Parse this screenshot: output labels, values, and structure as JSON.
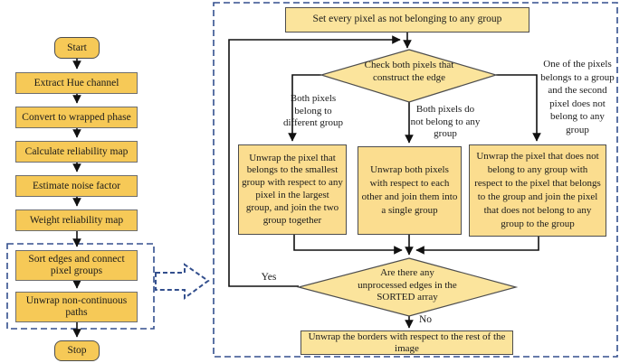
{
  "colors": {
    "left_fill": "#F6C957",
    "right_fill": "#FBE49C",
    "branch_fill": "#FBDD8F",
    "dash_blue": "#334F8D",
    "line": "#111111"
  },
  "left_flow": {
    "start": "Start",
    "steps": [
      "Extract Hue channel",
      "Convert to wrapped phase",
      "Calculate reliability map",
      "Estimate noise factor",
      "Weight reliability map"
    ],
    "dashed_steps": [
      "Sort edges and connect pixel groups",
      "Unwrap non-continuous paths"
    ],
    "stop": "Stop"
  },
  "right_flow": {
    "top_box": "Set every pixel as not belonging to any group",
    "diamond1": "Check both pixels that construct the edge",
    "branch_labels": {
      "left": "Both pixels belong to different group",
      "middle": "Both pixels do not belong to any group",
      "right": "One of the pixels belongs to a group and the second pixel does not belong to any group"
    },
    "left_box": "Unwrap the pixel that belongs to the smallest group with respect to any pixel in the largest group, and join the two group together",
    "middle_box": "Unwrap both pixels with respect to each other and join them into a single group",
    "right_box": "Unwrap the pixel that does not belong to any group with respect to the pixel that belongs to the group and join the pixel that does not belong to any group to the group",
    "diamond2": "Are there any unprocessed edges in the SORTED array",
    "yes_label": "Yes",
    "no_label": "No",
    "bottom_box": "Unwrap the borders with respect to the rest of the image"
  }
}
